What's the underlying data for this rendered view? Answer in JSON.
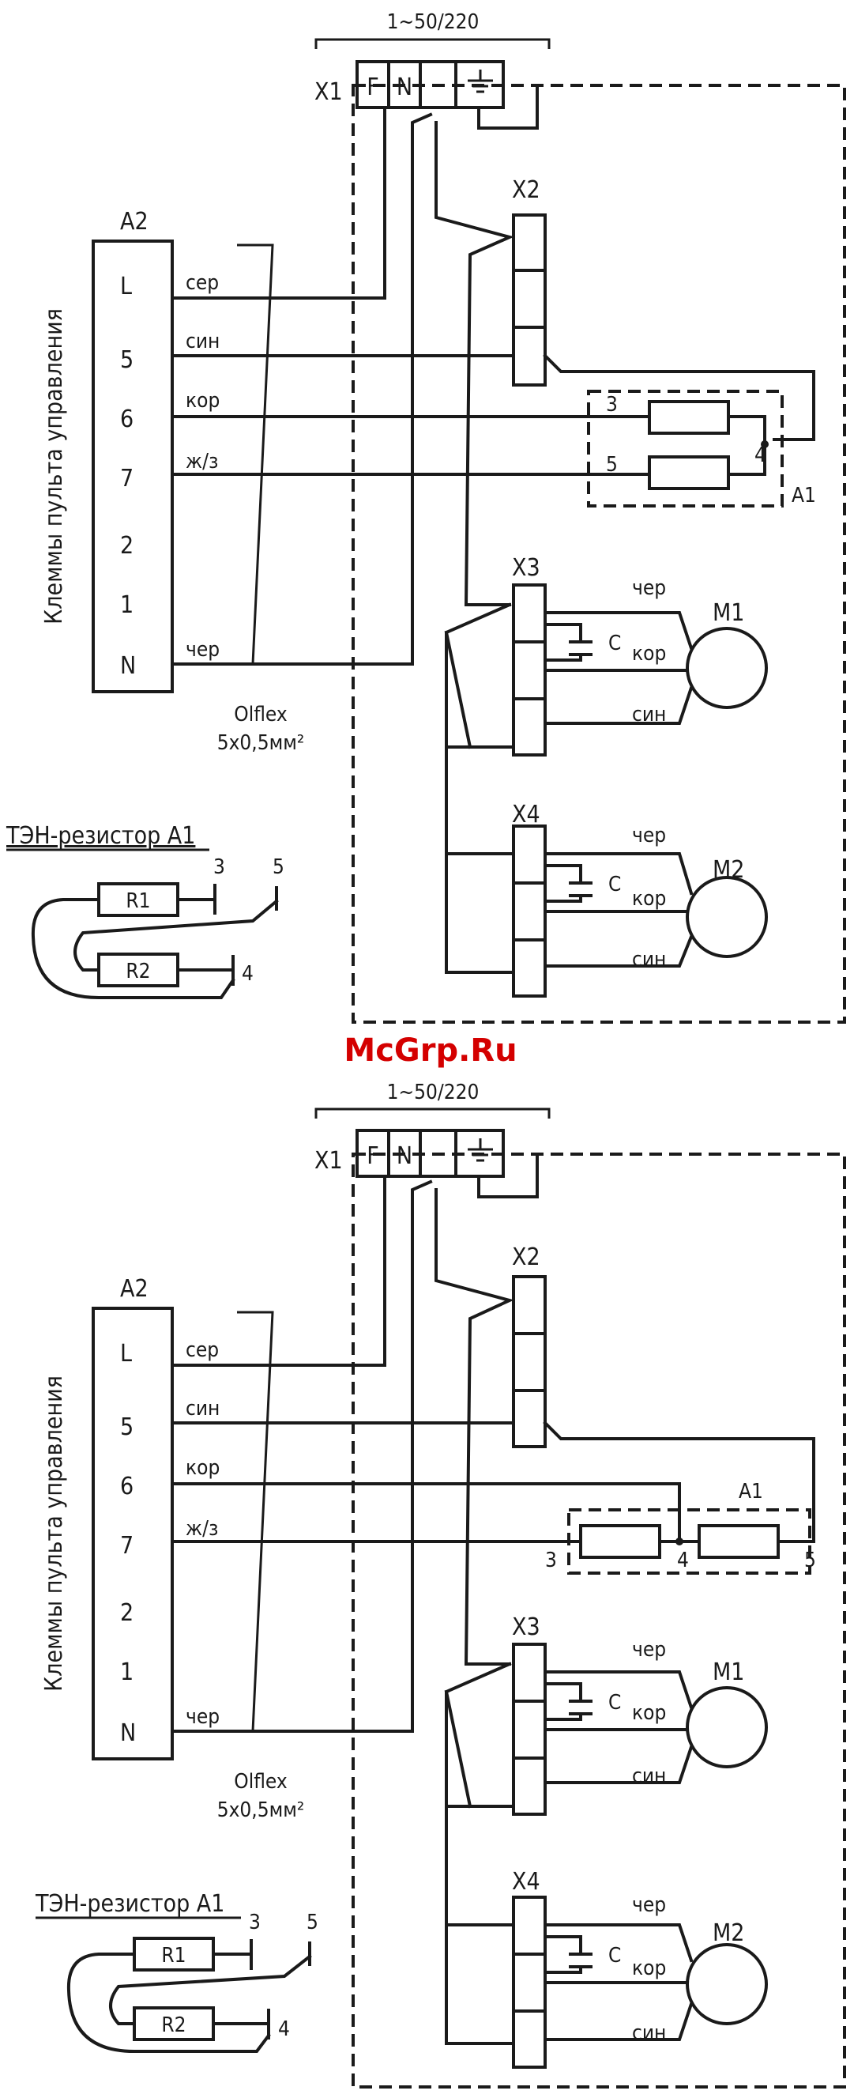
{
  "watermark": "McGrp.Ru",
  "voltage": "1~50/220",
  "x1_label": "X1",
  "x1_terminals": [
    "F",
    "N"
  ],
  "x2_label": "X2",
  "x3_label": "X3",
  "x4_label": "X4",
  "panel_label": "A2",
  "panel_title": "Клеммы пульта управления",
  "panel_terminals": [
    "L",
    "5",
    "6",
    "7",
    "2",
    "1",
    "N"
  ],
  "wire_colors": {
    "L": "сер",
    "5": "син",
    "6": "кор",
    "7": "ж/з",
    "N": "чер"
  },
  "cable_name": "Olflex",
  "cable_spec": "5x0,5мм²",
  "heater_label": "A1",
  "heater_pins": {
    "p3": "3",
    "p4": "4",
    "p5": "5"
  },
  "motor1": "M1",
  "motor2": "M2",
  "motor_wires": {
    "black": "чер",
    "brown": "кор",
    "blue": "син"
  },
  "capacitor": "C",
  "inset_title": "ТЭН-резистор А1",
  "resistors": [
    "R1",
    "R2"
  ]
}
